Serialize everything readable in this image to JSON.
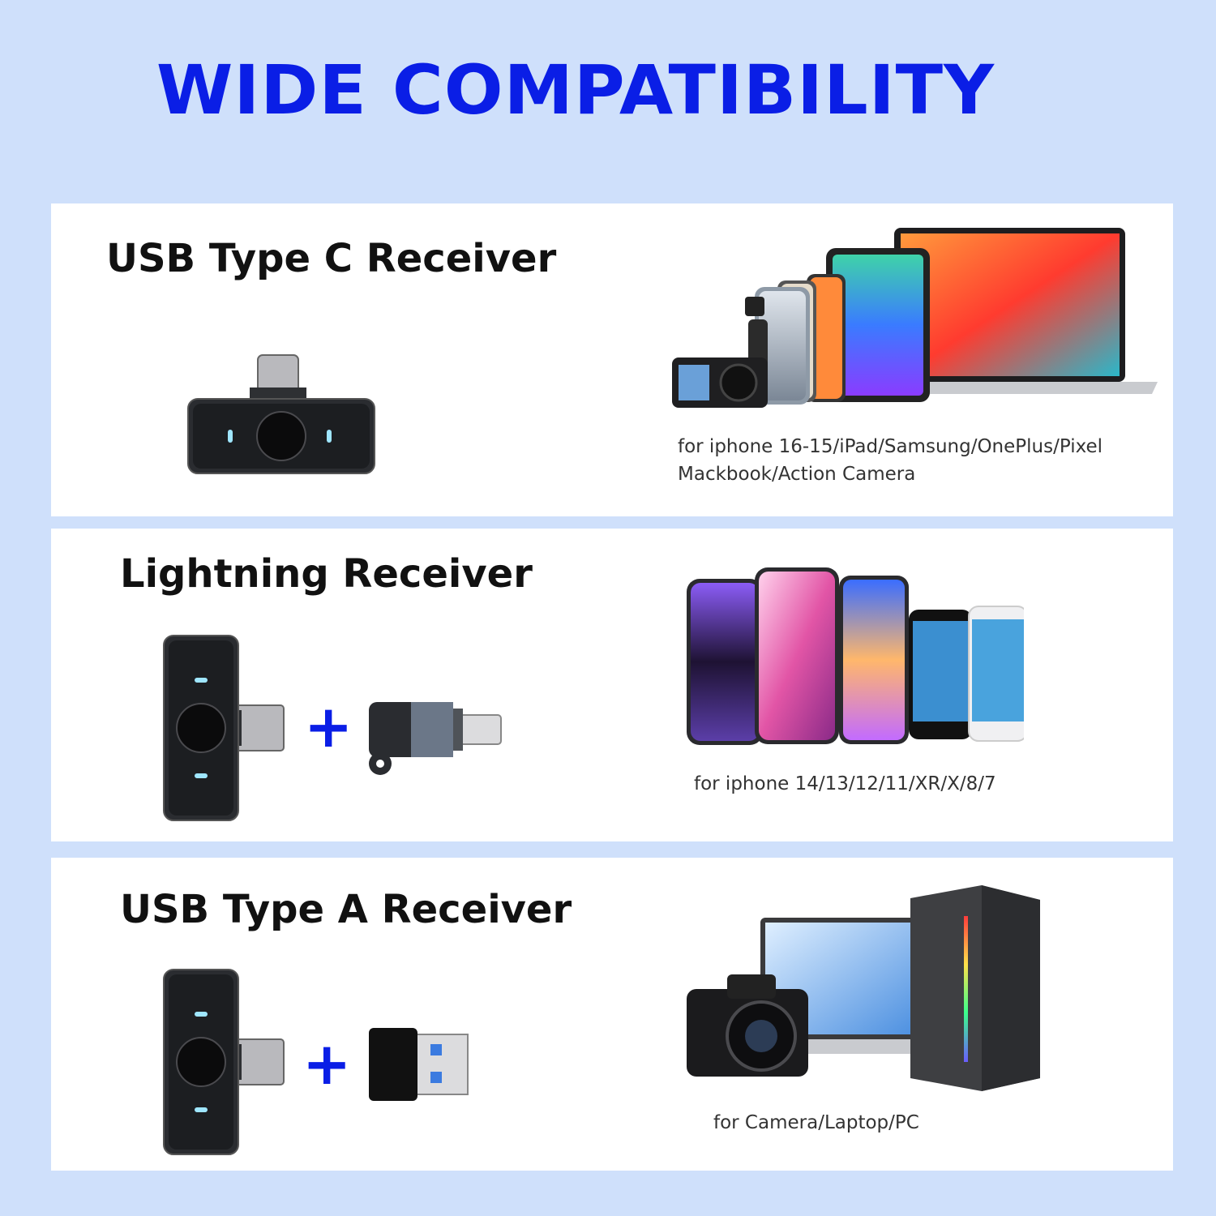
{
  "header": {
    "title": "WIDE COMPATIBILITY"
  },
  "sections": [
    {
      "title": "USB Type C Receiver",
      "caption_lines": [
        "for iphone 16-15/iPad/Samsung/OnePlus/Pixel",
        "Mackbook/Action Camera"
      ],
      "icon": "usb-c-receiver-icon"
    },
    {
      "title": "Lightning Receiver",
      "caption_lines": [
        "for iphone 14/13/12/11/XR/X/8/7"
      ],
      "plus": "+",
      "icon": "lightning-receiver-icon"
    },
    {
      "title": "USB Type A Receiver",
      "caption_lines": [
        "for Camera/Laptop/PC"
      ],
      "plus": "+",
      "icon": "usb-a-receiver-icon"
    }
  ],
  "colors": {
    "accent": "#0a1ee6",
    "background": "#cfe0fb",
    "panel": "#ffffff"
  }
}
